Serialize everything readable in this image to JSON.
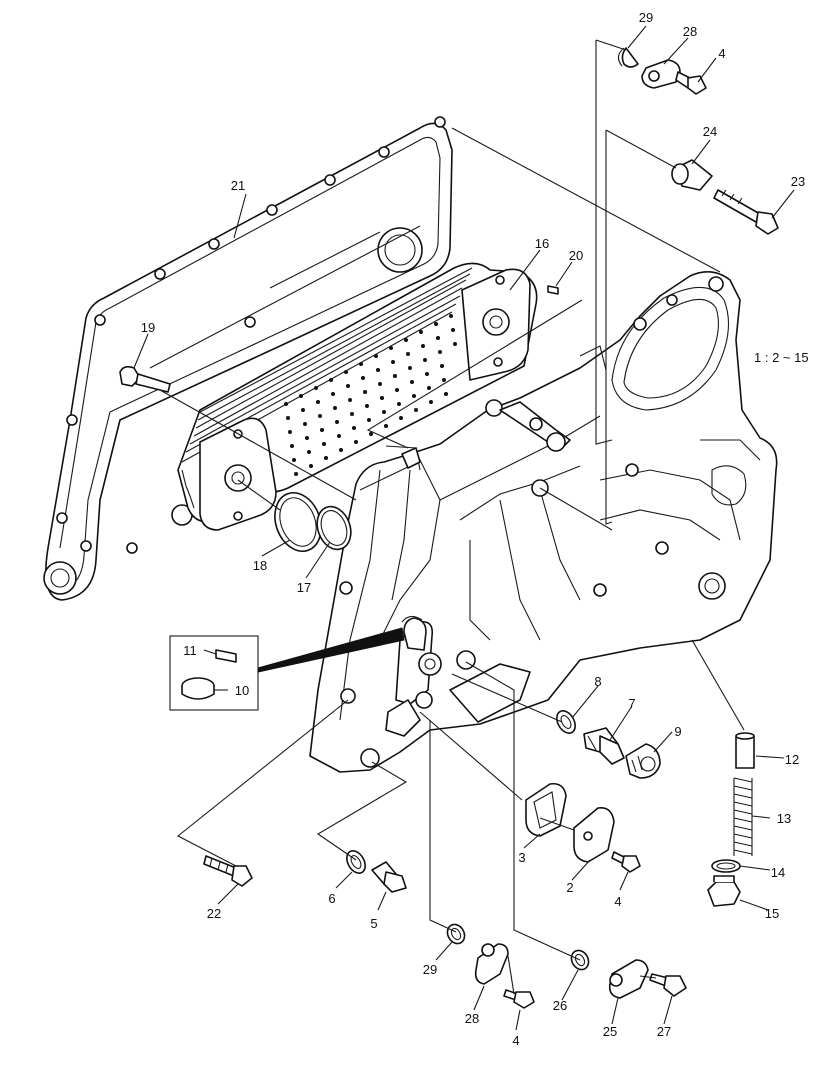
{
  "scale_note": "1 : 2 ~ 15",
  "callouts": [
    {
      "id": "c29a",
      "text": "29"
    },
    {
      "id": "c28a",
      "text": "28"
    },
    {
      "id": "c4a",
      "text": "4"
    },
    {
      "id": "c24",
      "text": "24"
    },
    {
      "id": "c23",
      "text": "23"
    },
    {
      "id": "c21",
      "text": "21"
    },
    {
      "id": "c16",
      "text": "16"
    },
    {
      "id": "c20",
      "text": "20"
    },
    {
      "id": "c19",
      "text": "19"
    },
    {
      "id": "c18",
      "text": "18"
    },
    {
      "id": "c17",
      "text": "17"
    },
    {
      "id": "c11",
      "text": "11"
    },
    {
      "id": "c10",
      "text": "10"
    },
    {
      "id": "c8",
      "text": "8"
    },
    {
      "id": "c7",
      "text": "7"
    },
    {
      "id": "c9",
      "text": "9"
    },
    {
      "id": "c12",
      "text": "12"
    },
    {
      "id": "c13",
      "text": "13"
    },
    {
      "id": "c14",
      "text": "14"
    },
    {
      "id": "c15",
      "text": "15"
    },
    {
      "id": "c3",
      "text": "3"
    },
    {
      "id": "c2",
      "text": "2"
    },
    {
      "id": "c4b",
      "text": "4"
    },
    {
      "id": "c22",
      "text": "22"
    },
    {
      "id": "c6",
      "text": "6"
    },
    {
      "id": "c5",
      "text": "5"
    },
    {
      "id": "c29b",
      "text": "29"
    },
    {
      "id": "c28b",
      "text": "28"
    },
    {
      "id": "c4c",
      "text": "4"
    },
    {
      "id": "c26",
      "text": "26"
    },
    {
      "id": "c25",
      "text": "25"
    },
    {
      "id": "c27",
      "text": "27"
    }
  ]
}
